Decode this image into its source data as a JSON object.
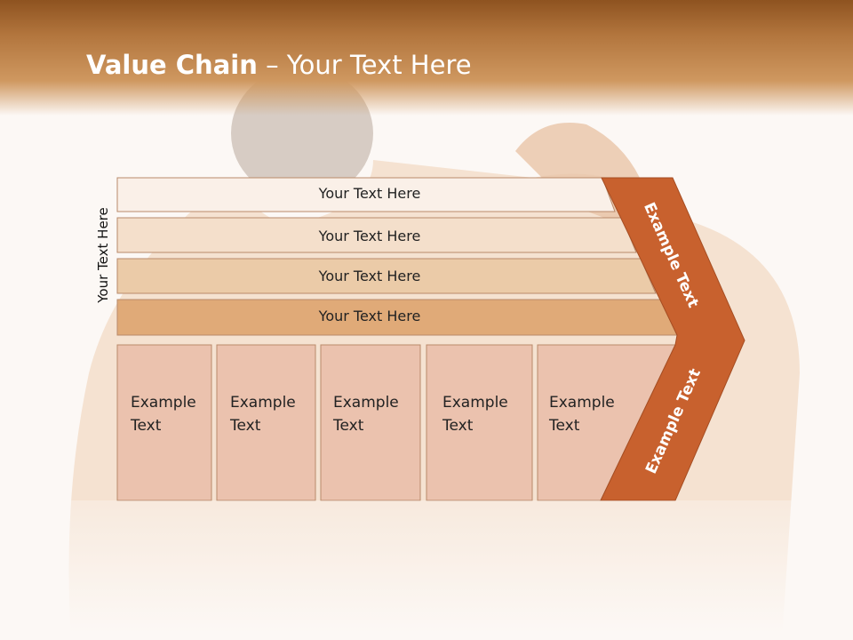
{
  "header": {
    "title_bold": "Value Chain",
    "title_rest": " – Your Text Here"
  },
  "side_label": "Your Text Here",
  "bars": [
    {
      "label": "Your Text Here",
      "color": "#faf0e8"
    },
    {
      "label": "Your Text Here",
      "color": "#f4dfcb"
    },
    {
      "label": "Your Text Here",
      "color": "#ebcba8"
    },
    {
      "label": "Your Text Here",
      "color": "#e0aa78"
    }
  ],
  "cells": [
    {
      "line1": "Example",
      "line2": "Text"
    },
    {
      "line1": "Example",
      "line2": "Text"
    },
    {
      "line1": "Example",
      "line2": "Text"
    },
    {
      "line1": "Example",
      "line2": "Text"
    },
    {
      "line1": "Example",
      "line2": "Text"
    }
  ],
  "chevron": {
    "upper_label": "Example Text",
    "lower_label": "Example Text",
    "color": "#c8612e"
  },
  "colors": {
    "cell_fill": "#ebc2ae",
    "header_brown": "#a8692e"
  }
}
